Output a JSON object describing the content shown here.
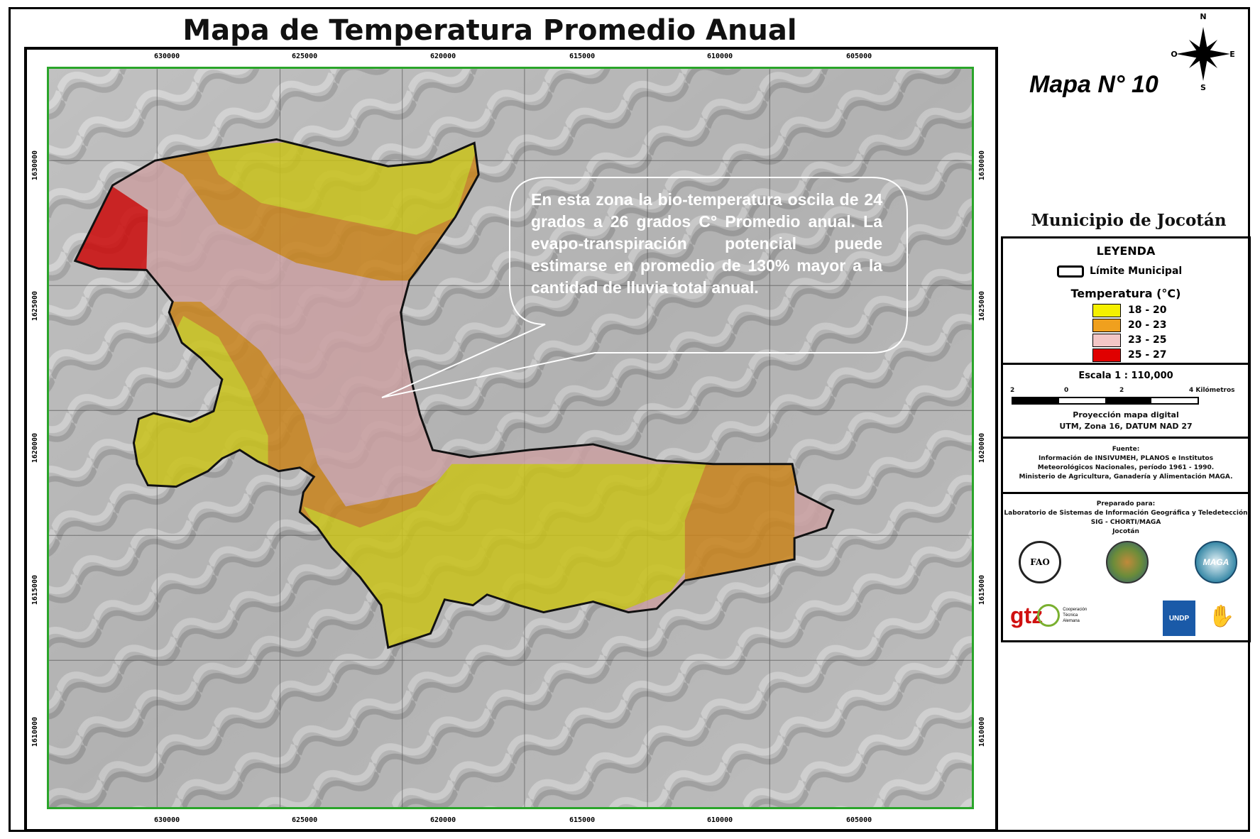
{
  "title": "Mapa de Temperatura Promedio Anual",
  "map_number": "Mapa N° 10",
  "municipality": "Municipio de Jocotán",
  "compass": {
    "n": "N",
    "s": "S",
    "e": "E",
    "w": "O"
  },
  "callout_text": "En esta zona la bio-temperatura oscila de 24 grados a 26 grados C° Promedio anual. La evapo-transpiración potencial puede estimarse en promedio de 130% mayor a la cantidad de lluvia total anual.",
  "coords_top": [
    "630000",
    "625000",
    "620000",
    "615000",
    "610000",
    "605000"
  ],
  "coords_bottom": [
    "630000",
    "625000",
    "620000",
    "615000",
    "610000",
    "605000"
  ],
  "coords_left": [
    "1630000",
    "1625000",
    "1620000",
    "1615000",
    "1610000"
  ],
  "coords_right": [
    "1630000",
    "1625000",
    "1620000",
    "1615000",
    "1610000"
  ],
  "legend": {
    "title": "LEYENDA",
    "boundary_label": "Límite Municipal",
    "temp_title": "Temperatura (°C)",
    "classes": [
      {
        "label": "18 - 20",
        "color": "#f5f000"
      },
      {
        "label": "20 - 23",
        "color": "#f0a01e"
      },
      {
        "label": "23 - 25",
        "color": "#f3c6c6"
      },
      {
        "label": "25 - 27",
        "color": "#e00000"
      }
    ]
  },
  "scale": {
    "title": "Escala 1 : 110,000",
    "ticks": [
      "2",
      "0",
      "2",
      "4 Kilómetros"
    ],
    "projection_title": "Proyección mapa digital",
    "projection": "UTM, Zona 16, DATUM NAD 27"
  },
  "source": {
    "title": "Fuente:",
    "lines": [
      "Información de INSIVUMEH, PLANOS e Institutos",
      "Meteorológicos Nacionales, período 1961 - 1990.",
      "Ministerio de Agricultura, Ganadería y Alimentación MAGA."
    ]
  },
  "prepared": {
    "title": "Preparado para:",
    "lines": [
      "Laboratorio de Sistemas de Información Geográfica y Teledetección",
      "SIG - CHORTI/MAGA",
      "Jocotán"
    ]
  },
  "logos": {
    "fao": "FAO",
    "gtz": "gtz",
    "gtz_sub": "Cooperación Técnica Alemana",
    "maga": "MAGA",
    "undp": "UNDP"
  },
  "zone_colors": {
    "yellow": "#c9c21a",
    "orange": "#c9841d",
    "pink": "#caa0a2",
    "red": "#cc0a0a"
  }
}
